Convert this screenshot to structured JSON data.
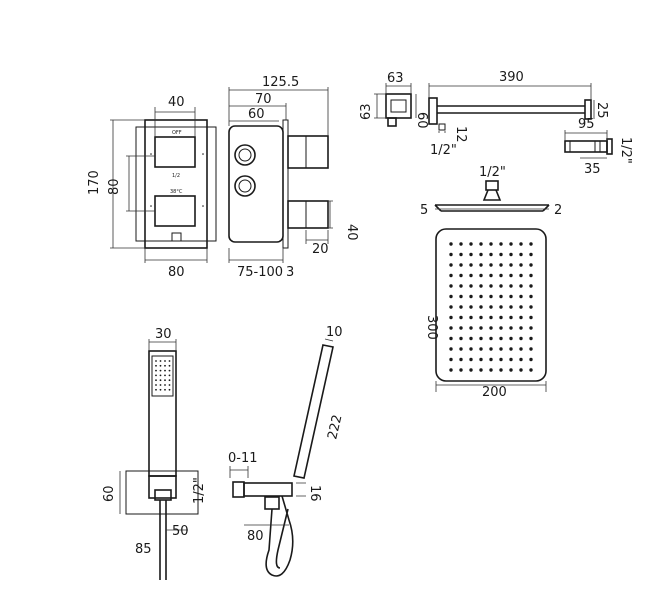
{
  "valve_front": {
    "width_top": "40",
    "height_total": "170",
    "spacing": "80",
    "width_bottom": "80",
    "label_off": "OFF",
    "label_mid": "1/2",
    "label_temp": "38°C"
  },
  "valve_side": {
    "depth_total": "125.5",
    "depth_70": "70",
    "depth_60": "60",
    "handle": "40",
    "handle_depth": "20",
    "install_depth": "75-100",
    "plate": "3"
  },
  "wall_bracket": {
    "width": "63",
    "height": "63",
    "depth": "60",
    "pipe": "12",
    "thread": "1/2\""
  },
  "shower_arm": {
    "length": "390",
    "drop": "25"
  },
  "connector": {
    "length": "95",
    "width": "35",
    "thread": "1/2\""
  },
  "shower_head_side": {
    "thread": "1/2\"",
    "thickness_left": "5",
    "thickness_right": "2"
  },
  "shower_head_top": {
    "length": "300",
    "width": "200"
  },
  "hand_shower": {
    "width": "30",
    "bracket_height": "60",
    "outlet_width": "50",
    "projection": "85"
  },
  "hand_shower_side": {
    "length": "222",
    "diameter": "10",
    "wall_offset": "0-11",
    "thread": "1/2\"",
    "depth": "80",
    "hose": "16"
  }
}
